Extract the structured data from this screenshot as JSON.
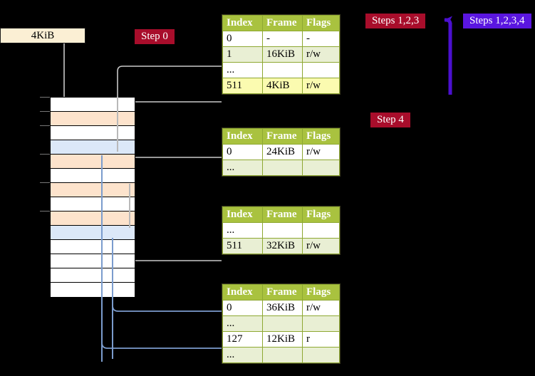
{
  "diagram": {
    "title_labels": {
      "step0": "Step 0",
      "steps123": "Steps 1,2,3",
      "steps1234": "Steps 1,2,3,4",
      "step4": "Step 4"
    },
    "size_box": {
      "label": "4KiB"
    },
    "colors": {
      "pill_red": "#a80d2b",
      "pill_blue": "#5a16e0",
      "table_header": "#a9c23f",
      "table_alt_row": "#e9efd4",
      "highlight": "#fbfbb0",
      "frame_peach": "#fde3cc",
      "frame_blue": "#dce8f8",
      "size_box": "#fbefd4",
      "wire_gray": "#b9b9b9",
      "wire_blue": "#7b9ccd",
      "arrow_violet": "#4b10d0"
    }
  },
  "page_tables": [
    {
      "name": "level-1-table",
      "columns": [
        "Index",
        "Frame",
        "Flags"
      ],
      "rows": [
        {
          "index": "0",
          "frame": "-",
          "flags": "-",
          "style": "norm",
          "highlight": false
        },
        {
          "index": "1",
          "frame": "16KiB",
          "flags": "r/w",
          "style": "alt",
          "highlight": false
        },
        {
          "index": "...",
          "frame": "",
          "flags": "",
          "style": "norm",
          "highlight": false
        },
        {
          "index": "511",
          "frame": "4KiB",
          "flags": "r/w",
          "style": "alt",
          "highlight": true
        }
      ]
    },
    {
      "name": "level-2-table",
      "columns": [
        "Index",
        "Frame",
        "Flags"
      ],
      "rows": [
        {
          "index": "0",
          "frame": "24KiB",
          "flags": "r/w",
          "style": "norm",
          "highlight": false
        },
        {
          "index": "...",
          "frame": "",
          "flags": "",
          "style": "alt",
          "highlight": false
        }
      ]
    },
    {
      "name": "level-3-table",
      "columns": [
        "Index",
        "Frame",
        "Flags"
      ],
      "rows": [
        {
          "index": "...",
          "frame": "",
          "flags": "",
          "style": "norm",
          "highlight": false
        },
        {
          "index": "511",
          "frame": "32KiB",
          "flags": "r/w",
          "style": "alt",
          "highlight": false
        }
      ]
    },
    {
      "name": "level-4-table",
      "columns": [
        "Index",
        "Frame",
        "Flags"
      ],
      "rows": [
        {
          "index": "0",
          "frame": "36KiB",
          "flags": "r/w",
          "style": "norm",
          "highlight": false
        },
        {
          "index": "...",
          "frame": "",
          "flags": "",
          "style": "alt",
          "highlight": false
        },
        {
          "index": "127",
          "frame": "12KiB",
          "flags": "r",
          "style": "norm",
          "highlight": false
        },
        {
          "index": "...",
          "frame": "",
          "flags": "",
          "style": "alt",
          "highlight": false
        }
      ]
    }
  ],
  "memory_frames": [
    {
      "fill": "white",
      "tick": true
    },
    {
      "fill": "peach",
      "tick": true
    },
    {
      "fill": "white",
      "tick": true
    },
    {
      "fill": "blue",
      "tick": false
    },
    {
      "fill": "peach",
      "tick": true
    },
    {
      "fill": "white",
      "tick": false
    },
    {
      "fill": "peach",
      "tick": true
    },
    {
      "fill": "white",
      "tick": false
    },
    {
      "fill": "peach",
      "tick": true
    },
    {
      "fill": "blue",
      "tick": false
    },
    {
      "fill": "white",
      "tick": false
    },
    {
      "fill": "white",
      "tick": false
    },
    {
      "fill": "white",
      "tick": false
    },
    {
      "fill": "white",
      "tick": false
    }
  ]
}
